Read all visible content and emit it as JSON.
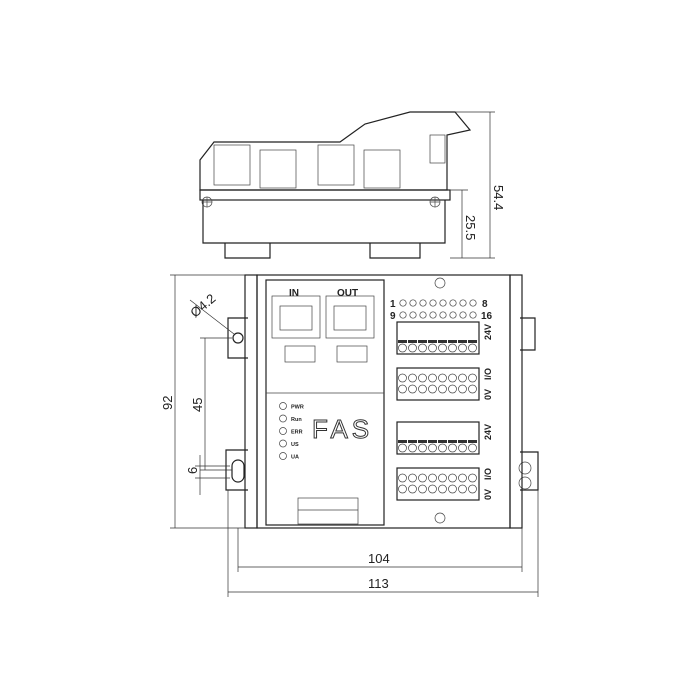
{
  "side_view": {
    "height_total": "54.4",
    "height_base": "25.5"
  },
  "front_view": {
    "port_in": "IN",
    "port_out": "OUT",
    "channel_row1_start": "1",
    "channel_row1_end": "8",
    "channel_row2_start": "9",
    "channel_row2_end": "16",
    "block_labels": [
      "24V",
      "I/O",
      "0V",
      "24V",
      "I/O",
      "0V"
    ],
    "leds": [
      "PWR",
      "Run",
      "ERR",
      "US",
      "UA"
    ],
    "logo": "FAS"
  },
  "dimensions": {
    "hole_diameter": "Ø4.2",
    "height": "92",
    "hole_spacing": "45",
    "slot_height": "6",
    "width_inner": "104",
    "width_total": "113"
  }
}
